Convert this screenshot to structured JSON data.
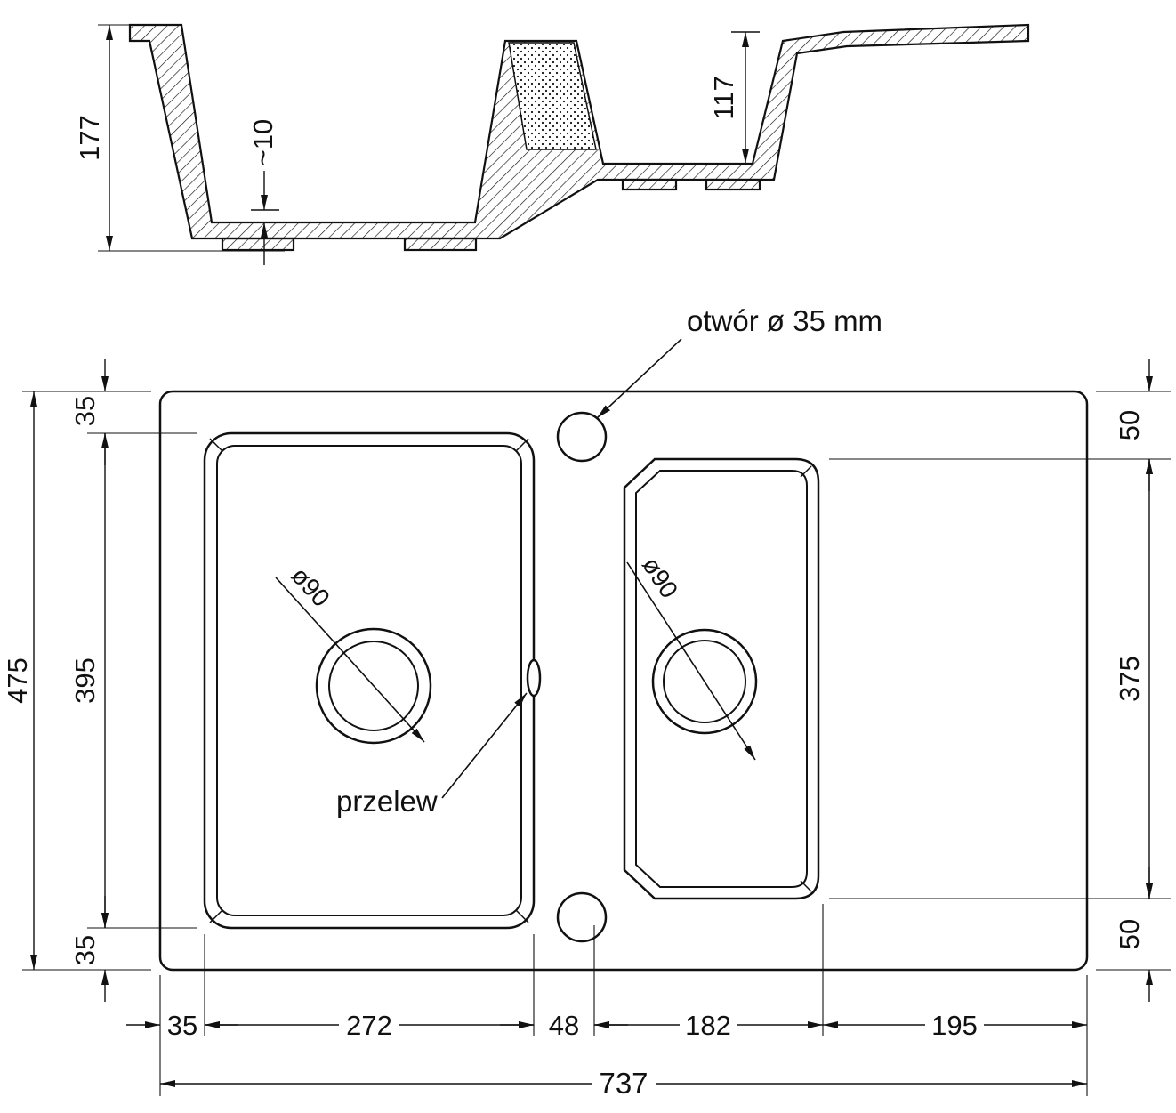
{
  "drawing": {
    "section": {
      "depth_left": "177",
      "floor_offset": "~10",
      "depth_right": "117"
    },
    "plan": {
      "tap_hole_label": "otwór ø 35 mm",
      "overflow_label": "przelew",
      "drain_left_label": "ø90",
      "drain_right_label": "ø90",
      "total_height": "475",
      "left_margin_top": "35",
      "left_basin_height": "395",
      "left_margin_bottom": "35",
      "right_margin_top": "50",
      "right_basin_height": "375",
      "right_margin_bottom": "50",
      "bottom_left_margin": "35",
      "left_basin_width": "272",
      "divider_width": "48",
      "right_basin_width": "182",
      "drainer_width": "195",
      "total_width": "737"
    }
  }
}
